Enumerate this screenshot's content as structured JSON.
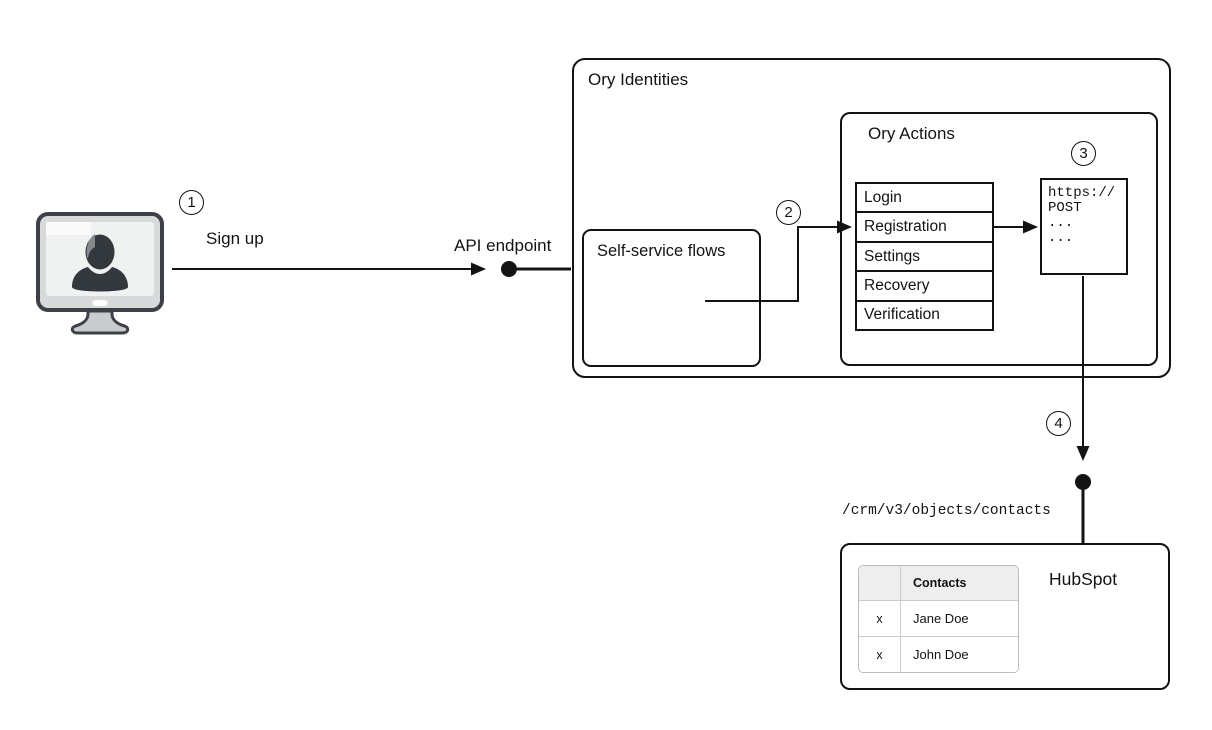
{
  "labels": {
    "sign_up": "Sign up",
    "api_endpoint": "API endpoint",
    "crm_path": "/crm/v3/objects/contacts"
  },
  "steps": [
    "1",
    "2",
    "3",
    "4"
  ],
  "ory_identities": {
    "title": "Ory Identities",
    "self_service_flows": {
      "title": "Self-service flows"
    },
    "ory_actions": {
      "title": "Ory Actions",
      "flows": [
        "Login",
        "Registration",
        "Settings",
        "Recovery",
        "Verification"
      ],
      "webhook": {
        "lines": [
          "https://",
          "POST",
          "...",
          "..."
        ]
      }
    }
  },
  "hubspot": {
    "title": "HubSpot",
    "contacts_table": {
      "header": "Contacts",
      "rows": [
        {
          "status": "x",
          "name": "Jane Doe"
        },
        {
          "status": "x",
          "name": "John Doe"
        }
      ]
    }
  },
  "colors": {
    "stroke": "#131313",
    "background": "#ffffff",
    "table_header_bg": "#eeeeee",
    "table_border": "#cccccc",
    "monitor_frame": "#3d4147",
    "monitor_body": "#d7d9da",
    "monitor_screen": "#f0f1f1",
    "silhouette": "#33383d"
  }
}
